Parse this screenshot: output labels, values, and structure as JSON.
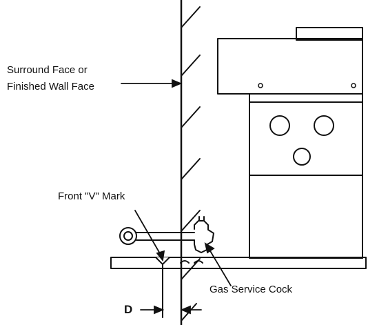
{
  "labels": {
    "surround_face_line1": "Surround Face or",
    "surround_face_line2": "Finished Wall Face",
    "front_v_mark": "Front \"V\" Mark",
    "gas_service_cock": "Gas Service Cock",
    "dimension_d": "D"
  },
  "colors": {
    "ink": "#111111",
    "paper": "#ffffff"
  }
}
